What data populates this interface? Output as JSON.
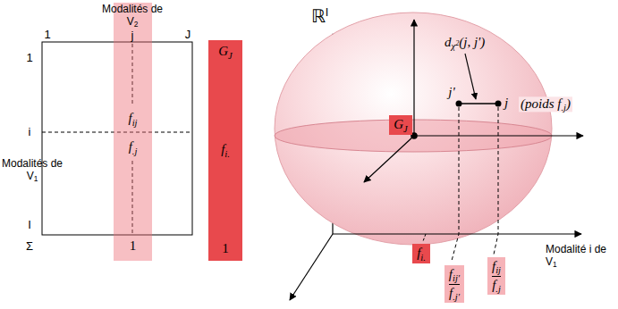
{
  "diagram": {
    "nodes": [
      {
        "text": [
          "fij",
          "f.j",
          "1"
        ]
      },
      {
        "text": [
          "GJ",
          "fi.",
          "1"
        ]
      },
      {
        "text": [
          "GJ"
        ]
      },
      {
        "text": [
          "fi."
        ]
      },
      {
        "text": [
          "fij'",
          "f.j'"
        ]
      },
      {
        "text": [
          "fij",
          "f.j"
        ]
      }
    ],
    "labels": [
      "Modalités de V2",
      "1",
      "j",
      "J",
      "1",
      "i",
      "I",
      "Σ",
      "Modalités de V1",
      "ℝI",
      "dχ2(j, j')",
      "j'",
      "j",
      "(poids f.j)",
      "Modalité i de V1"
    ]
  }
}
